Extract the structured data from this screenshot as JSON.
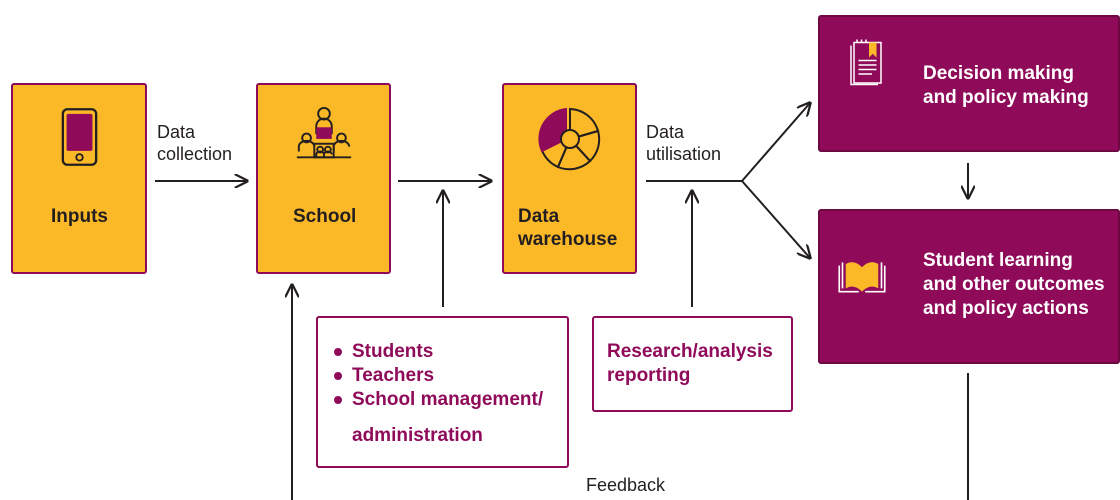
{
  "nodes": {
    "inputs": {
      "label": "Inputs"
    },
    "school": {
      "label": "School"
    },
    "warehouse": {
      "label_line1": "Data",
      "label_line2": "warehouse"
    },
    "decision": {
      "line1": "Decision making",
      "line2": "and policy making"
    },
    "learning": {
      "line1": "Student learning",
      "line2": "and other outcomes",
      "line3": "and policy actions"
    }
  },
  "edges": {
    "collection": {
      "line1": "Data",
      "line2": "collection"
    },
    "utilisation": {
      "line1": "Data",
      "line2": "utilisation"
    },
    "feedback": {
      "label": "Feedback"
    }
  },
  "stakeholders": {
    "items": [
      "Students",
      "Teachers",
      "School management/",
      "administration"
    ]
  },
  "research": {
    "line1": "Research/analysis",
    "line2": "reporting"
  },
  "colors": {
    "yellow": "#fbb827",
    "maroon": "#8f0b5a",
    "arrow": "#231f20"
  },
  "icons": {
    "inputs": "smartphone-icon",
    "school": "teacher-students-icon",
    "warehouse": "pie-chart-icon",
    "decision": "document-icon",
    "learning": "open-book-icon"
  }
}
